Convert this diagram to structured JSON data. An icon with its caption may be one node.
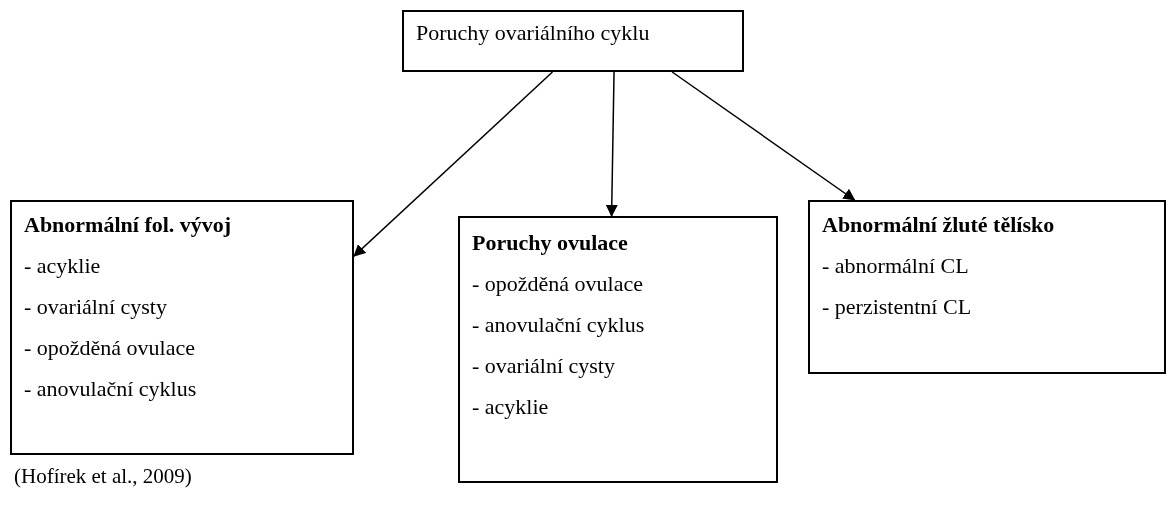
{
  "diagram": {
    "nodes": [
      {
        "text": [
          "Poruchy ovariálního cyklu"
        ]
      },
      {
        "text": [
          "Abnormální fol. vývoj",
          "- acyklie",
          "- ovariální cysty",
          "- opožděná ovulace",
          "- anovulační cyklus"
        ]
      },
      {
        "text": [
          "Poruchy ovulace",
          "- opožděná ovulace",
          "- anovulační cyklus",
          "- ovariální cysty",
          "- acyklie"
        ]
      },
      {
        "text": [
          "Abnormální žluté tělísko",
          "- abnormální CL",
          "- perzistentní CL"
        ]
      }
    ],
    "edges": [
      {
        "from": 0,
        "to": 1,
        "arrow": "to"
      },
      {
        "from": 0,
        "to": 2,
        "arrow": "to"
      },
      {
        "from": 0,
        "to": 3,
        "arrow": "to"
      }
    ],
    "labels": [
      "(Hofírek et al., 2009)"
    ]
  }
}
